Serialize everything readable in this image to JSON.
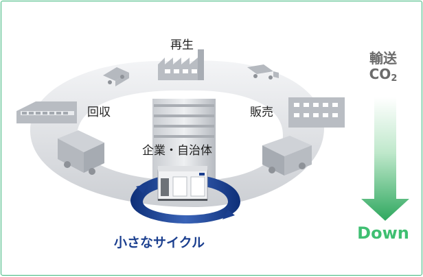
{
  "labels": {
    "regeneration": "再生",
    "collection": "回収",
    "sales": "販売",
    "enterprise": "企業・自治体",
    "small_cycle": "小さなサイクル"
  },
  "transport": {
    "word": "輸送",
    "co2_main": "CO",
    "co2_sub": "2",
    "down": "Down"
  },
  "colors": {
    "border": "#3ab57a",
    "cycle_text": "#1b3f8f",
    "down_text": "#3fbf72",
    "arrow_top": "#ffffff",
    "arrow_bottom": "#2fa85f"
  },
  "icons": [
    "factory-icon",
    "truck-icon",
    "warehouse-icon",
    "office-building-icon",
    "tower-building-icon",
    "paper-recycler-machine-icon",
    "cycle-arrows-icon",
    "down-arrow-icon"
  ]
}
